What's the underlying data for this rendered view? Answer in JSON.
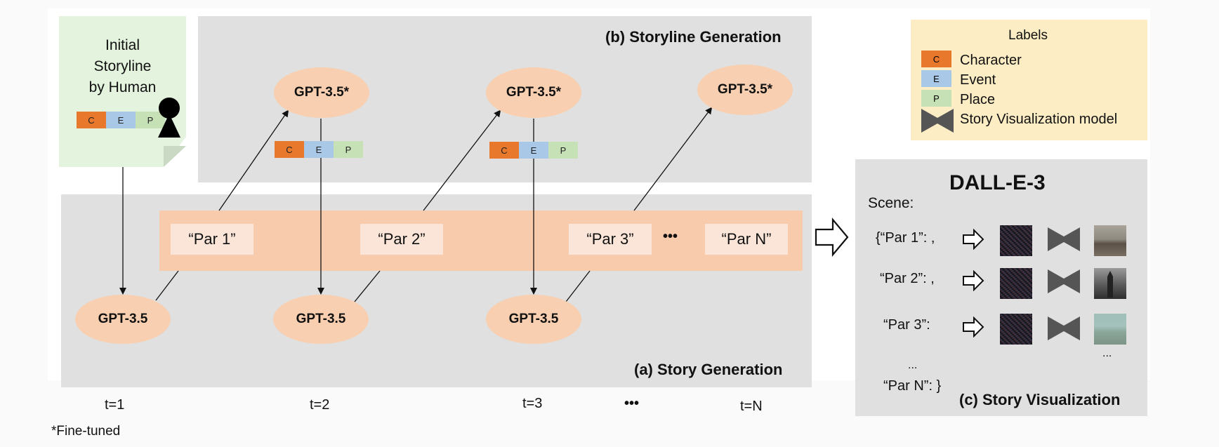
{
  "human_box": {
    "title_lines": [
      "Initial",
      "Storyline",
      "by Human"
    ]
  },
  "cep": {
    "c": "C",
    "e": "E",
    "p": "P"
  },
  "panel_b": {
    "title": "(b) Storyline Generation"
  },
  "panel_a": {
    "title": "(a) Story Generation"
  },
  "panel_c": {
    "title": "(c) Story Visualization",
    "model": "DALL-E-3",
    "scene_label": "Scene:",
    "lines": [
      "{“Par 1”: ,",
      "“Par 2”: ,",
      "“Par 3”:",
      "...",
      "“Par N”:  }"
    ],
    "thumb_ellipsis": "..."
  },
  "gpt_finetuned": "GPT-3.5*",
  "gpt": "GPT-3.5",
  "paragraphs": [
    "“Par 1”",
    "“Par 2”",
    "“Par 3”",
    "“Par N”"
  ],
  "par_ellipsis": "•••",
  "timesteps": [
    "t=1",
    "t=2",
    "t=3",
    "•••",
    "t=N"
  ],
  "labels": {
    "title": "Labels",
    "character": "Character",
    "event": "Event",
    "place": "Place",
    "model": "Story Visualization model"
  },
  "footnote": "*Fine-tuned",
  "colors": {
    "character": "#e8792c",
    "event": "#a9c7e6",
    "place": "#c7e1b7",
    "node": "#f8cfb0",
    "panel": "#e0e0e0",
    "legend_bg": "#fdedc4"
  }
}
